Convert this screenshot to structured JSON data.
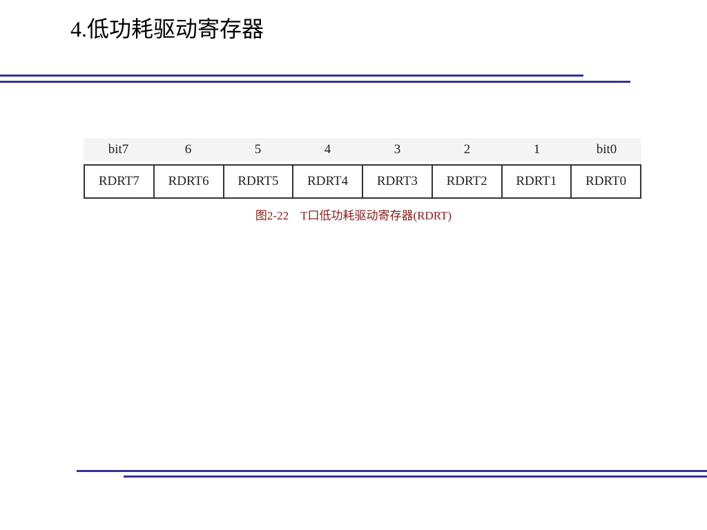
{
  "slide": {
    "title": "4.低功耗驱动寄存器"
  },
  "register": {
    "bit_labels": [
      "bit7",
      "6",
      "5",
      "4",
      "3",
      "2",
      "1",
      "bit0"
    ],
    "fields": [
      "RDRT7",
      "RDRT6",
      "RDRT5",
      "RDRT4",
      "RDRT3",
      "RDRT2",
      "RDRT1",
      "RDRT0"
    ]
  },
  "figure": {
    "caption": "图2-22    T口低功耗驱动寄存器(RDRT)"
  },
  "colors": {
    "rule": "#333399",
    "caption": "#8b1a1a"
  }
}
